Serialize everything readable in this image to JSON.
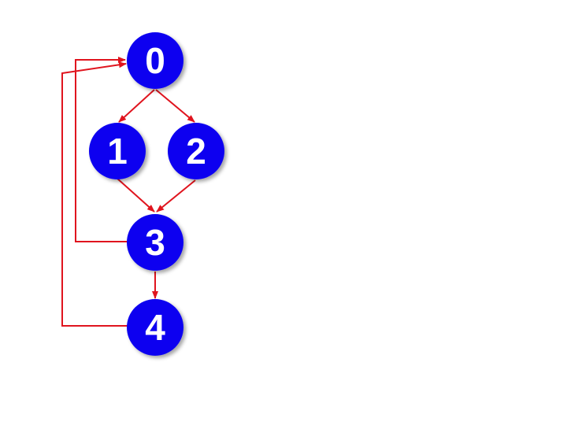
{
  "diagram": {
    "type": "control-flow-graph",
    "colors": {
      "node_fill": "#0a00f0",
      "node_label": "#ffffff",
      "edge": "#e0141e"
    },
    "nodes": [
      {
        "id": "0",
        "label": "0"
      },
      {
        "id": "1",
        "label": "1"
      },
      {
        "id": "2",
        "label": "2"
      },
      {
        "id": "3",
        "label": "3"
      },
      {
        "id": "4",
        "label": "4"
      }
    ],
    "edges": [
      {
        "from": "0",
        "to": "1"
      },
      {
        "from": "0",
        "to": "2"
      },
      {
        "from": "1",
        "to": "3"
      },
      {
        "from": "2",
        "to": "3"
      },
      {
        "from": "3",
        "to": "4"
      },
      {
        "from": "3",
        "to": "0"
      },
      {
        "from": "4",
        "to": "0"
      }
    ]
  }
}
